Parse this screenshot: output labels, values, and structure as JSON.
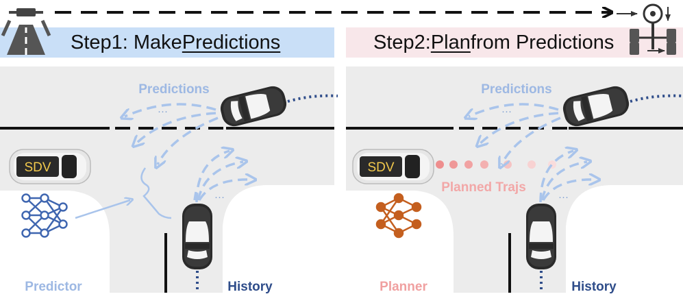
{
  "steps": [
    {
      "prefix": "Step1: Make ",
      "emph": "Predictions",
      "suffix": ""
    },
    {
      "prefix": "Step2: ",
      "emph": "Plan",
      "suffix": " from Predictions"
    }
  ],
  "panel1": {
    "predictions": "Predictions",
    "predictor": "Predictor",
    "history": "History",
    "sdv": "SDV",
    "ellipsis": "···"
  },
  "panel2": {
    "predictions": "Predictions",
    "planner": "Planner",
    "planned": "Planned Trajs",
    "history": "History",
    "sdv": "SDV",
    "ellipsis": "···"
  },
  "colors": {
    "pred": "#a9c4eb",
    "plan": "#f2a7a7",
    "planner_net": "#c45f1f",
    "predictor_net": "#3f66b0",
    "history": "#2f4d8a",
    "road": "#eeeeee"
  },
  "icons": [
    "road-sensing-icon",
    "steering-wheel-icon",
    "neural-network-icon",
    "car-icon"
  ]
}
